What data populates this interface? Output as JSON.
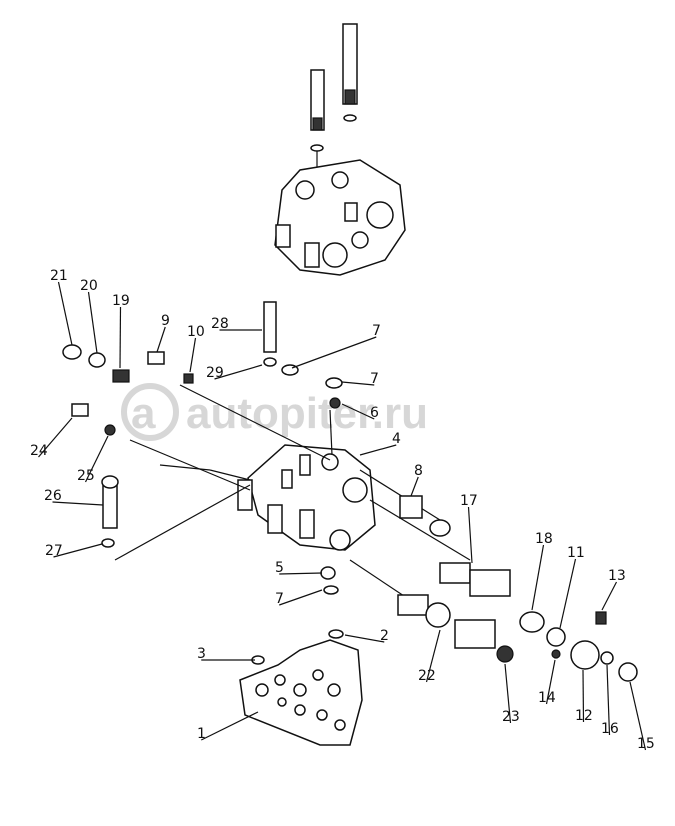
{
  "watermark": "autopiter.ru",
  "callouts": [
    {
      "label": "21"
    },
    {
      "label": "20"
    },
    {
      "label": "19"
    },
    {
      "label": "9"
    },
    {
      "label": "28"
    },
    {
      "label": "10"
    },
    {
      "label": "29"
    },
    {
      "label": "7"
    },
    {
      "label": "7"
    },
    {
      "label": "6"
    },
    {
      "label": "24"
    },
    {
      "label": "4"
    },
    {
      "label": "25"
    },
    {
      "label": "8"
    },
    {
      "label": "26"
    },
    {
      "label": "17"
    },
    {
      "label": "27"
    },
    {
      "label": "18"
    },
    {
      "label": "11"
    },
    {
      "label": "5"
    },
    {
      "label": "7"
    },
    {
      "label": "13"
    },
    {
      "label": "3"
    },
    {
      "label": "2"
    },
    {
      "label": "22"
    },
    {
      "label": "14"
    },
    {
      "label": "23"
    },
    {
      "label": "12"
    },
    {
      "label": "16"
    },
    {
      "label": "1"
    },
    {
      "label": "15"
    }
  ]
}
